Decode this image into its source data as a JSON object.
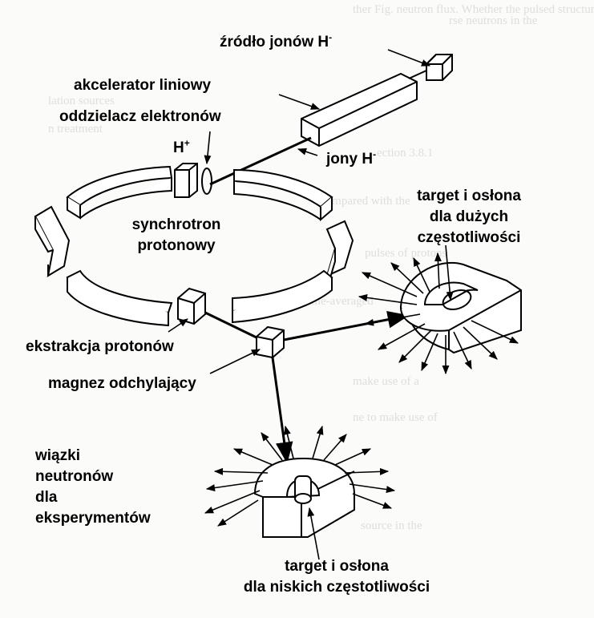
{
  "labels": {
    "source": "źródło jonów H",
    "source_sup": "-",
    "linac": "akcelerator liniowy",
    "stripper": "oddzielacz elektronów",
    "hplus": "H",
    "hplus_sup": "+",
    "hminus": "jony H",
    "hminus_sup": "-",
    "synchrotron_l1": "synchrotron",
    "synchrotron_l2": "protonowy",
    "target_high_l1": "target i osłona",
    "target_high_l2": "dla dużych",
    "target_high_l3": "częstotliwości",
    "extraction": "ekstrakcja protonów",
    "magnet": "magnez odchylający",
    "beams_l1": "wiązki",
    "beams_l2": "neutronów",
    "beams_l3": "dla",
    "beams_l4": "eksperymentów",
    "target_low_l1": "target i osłona",
    "target_low_l2": "dla niskich częstotliwości"
  },
  "colors": {
    "ink": "#000000",
    "paper": "#fbfbfa",
    "faded_text": "#d2d2d2"
  }
}
